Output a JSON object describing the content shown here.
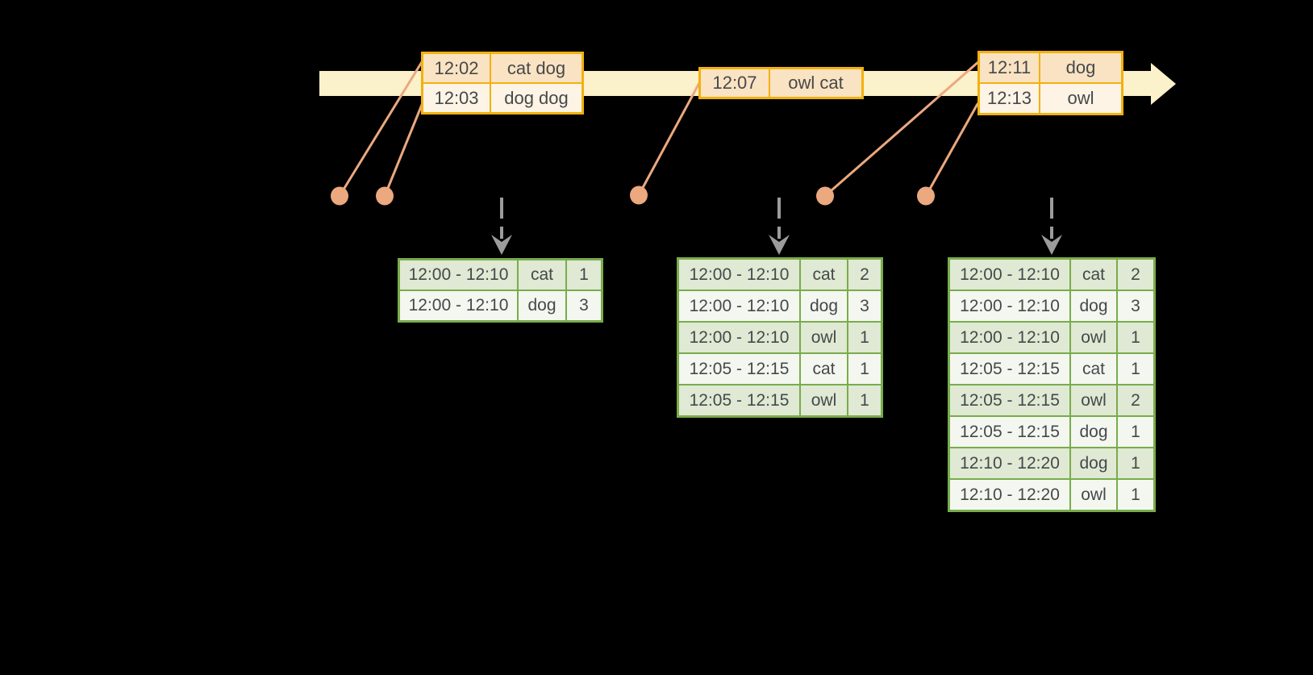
{
  "diagram": {
    "title": "windowed-stream-wordcount-diagram",
    "background": "#000000"
  },
  "colors": {
    "timeline_band": "#FBF1CA",
    "event_border": "#F1B10E",
    "event_row_a": "#FAE3C2",
    "event_row_b": "#FDF4E5",
    "result_border": "#79AC4B",
    "result_row_a": "#DFE9D3",
    "result_row_b": "#F3F7EF",
    "connector": "#ECA87E",
    "trigger": "#9C9C9C",
    "text": "#46484B"
  },
  "event_tables": [
    {
      "id": "event-table-1",
      "rows": [
        {
          "time": "12:02",
          "words": "cat dog"
        },
        {
          "time": "12:03",
          "words": "dog dog"
        }
      ]
    },
    {
      "id": "event-table-2",
      "rows": [
        {
          "time": "12:07",
          "words": "owl cat"
        }
      ]
    },
    {
      "id": "event-table-3",
      "rows": [
        {
          "time": "12:11",
          "words": "dog"
        },
        {
          "time": "12:13",
          "words": "owl"
        }
      ]
    }
  ],
  "result_tables": [
    {
      "id": "result-table-1",
      "rows": [
        {
          "window": "12:00 - 12:10",
          "word": "cat",
          "count": "1"
        },
        {
          "window": "12:00 - 12:10",
          "word": "dog",
          "count": "3"
        }
      ]
    },
    {
      "id": "result-table-2",
      "rows": [
        {
          "window": "12:00 - 12:10",
          "word": "cat",
          "count": "2"
        },
        {
          "window": "12:00 - 12:10",
          "word": "dog",
          "count": "3"
        },
        {
          "window": "12:00 - 12:10",
          "word": "owl",
          "count": "1"
        },
        {
          "window": "12:05 - 12:15",
          "word": "cat",
          "count": "1"
        },
        {
          "window": "12:05 - 12:15",
          "word": "owl",
          "count": "1"
        }
      ]
    },
    {
      "id": "result-table-3",
      "rows": [
        {
          "window": "12:00 - 12:10",
          "word": "cat",
          "count": "2"
        },
        {
          "window": "12:00 - 12:10",
          "word": "dog",
          "count": "3"
        },
        {
          "window": "12:00 - 12:10",
          "word": "owl",
          "count": "1"
        },
        {
          "window": "12:05 - 12:15",
          "word": "cat",
          "count": "1"
        },
        {
          "window": "12:05 - 12:15",
          "word": "owl",
          "count": "2"
        },
        {
          "window": "12:05 - 12:15",
          "word": "dog",
          "count": "1"
        },
        {
          "window": "12:10 - 12:20",
          "word": "dog",
          "count": "1"
        },
        {
          "window": "12:10 - 12:20",
          "word": "owl",
          "count": "1"
        }
      ]
    }
  ]
}
